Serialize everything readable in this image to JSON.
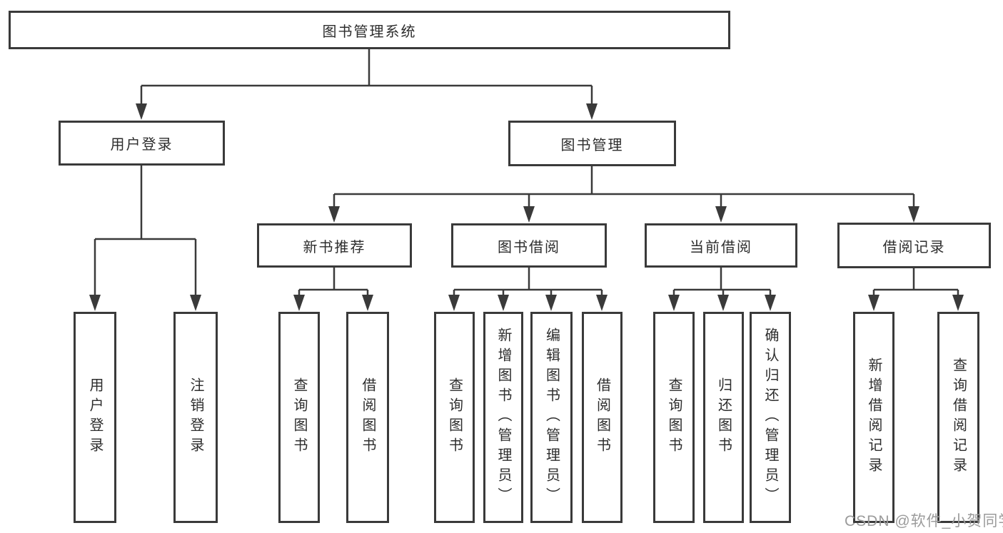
{
  "colors": {
    "line": "#3a3a3a",
    "box_border": "#3a3a3a",
    "text": "#2d2d2d",
    "watermark": "#9b9b9b",
    "background": "#ffffff"
  },
  "watermark": "CSDN @软件_小贺同学",
  "tree": {
    "root": {
      "label": "图书管理系统"
    },
    "branches": [
      {
        "label": "用户登录",
        "children": [
          {
            "label": "用户登录"
          },
          {
            "label": "注销登录"
          }
        ]
      },
      {
        "label": "图书管理",
        "children": [
          {
            "label": "新书推荐",
            "children": [
              {
                "label": "查询图书"
              },
              {
                "label": "借阅图书"
              }
            ]
          },
          {
            "label": "图书借阅",
            "children": [
              {
                "label": "查询图书"
              },
              {
                "label": "新增图书（管理员）"
              },
              {
                "label": "编辑图书（管理员）"
              },
              {
                "label": "借阅图书"
              }
            ]
          },
          {
            "label": "当前借阅",
            "children": [
              {
                "label": "查询图书"
              },
              {
                "label": "归还图书"
              },
              {
                "label": "确认归还（管理员）"
              }
            ]
          },
          {
            "label": "借阅记录",
            "children": [
              {
                "label": "新增借阅记录"
              },
              {
                "label": "查询借阅记录"
              }
            ]
          }
        ]
      }
    ]
  }
}
